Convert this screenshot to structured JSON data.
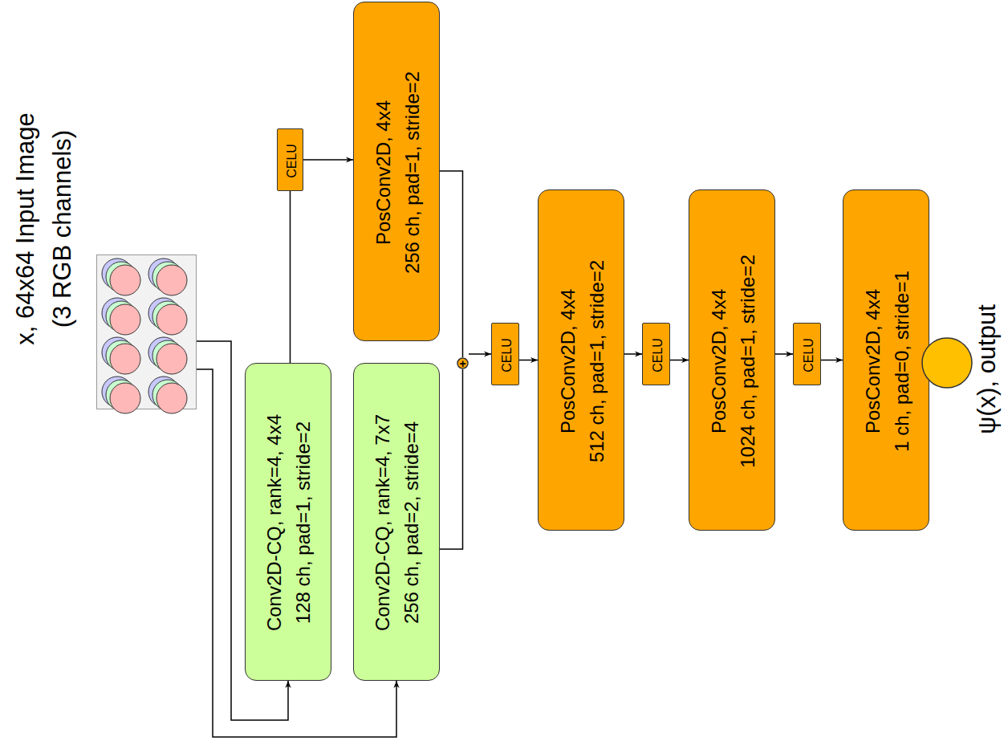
{
  "diagram": {
    "nodes": [
      {
        "text": [
          "x, 64x64 Input Image",
          "(3 RGB channels)"
        ]
      },
      {
        "text": [
          "Conv2D-CQ, rank=4, 4x4",
          "128 ch, pad=1, stride=2"
        ]
      },
      {
        "text": [
          "CELU"
        ]
      },
      {
        "text": [
          "PosConv2D, 4x4",
          "256 ch, pad=1, stride=2"
        ]
      },
      {
        "text": [
          "Conv2D-CQ, rank=4, 7x7",
          "256 ch, pad=2, stride=4"
        ]
      },
      {
        "text": [
          "+"
        ]
      },
      {
        "text": [
          "CELU"
        ]
      },
      {
        "text": [
          "PosConv2D, 4x4",
          "512 ch, pad=1, stride=2"
        ]
      },
      {
        "text": [
          "CELU"
        ]
      },
      {
        "text": [
          "PosConv2D, 4x4",
          "1024 ch, pad=1, stride=2"
        ]
      },
      {
        "text": [
          "CELU"
        ]
      },
      {
        "text": [
          "PosConv2D, 4x4",
          "1 ch, pad=0, stride=1"
        ]
      },
      {
        "text": [
          "ψ(x), output"
        ]
      }
    ],
    "edges": [
      {
        "from": 0,
        "to": 1,
        "arrow": "to"
      },
      {
        "from": 0,
        "to": 4,
        "arrow": "to"
      },
      {
        "from": 1,
        "to": 2,
        "arrow": "none"
      },
      {
        "from": 2,
        "to": 3,
        "arrow": "to"
      },
      {
        "from": 3,
        "to": 5,
        "arrow": "none"
      },
      {
        "from": 4,
        "to": 5,
        "arrow": "none"
      },
      {
        "from": 5,
        "to": 6,
        "arrow": "to"
      },
      {
        "from": 6,
        "to": 7,
        "arrow": "to"
      },
      {
        "from": 7,
        "to": 8,
        "arrow": "to"
      },
      {
        "from": 8,
        "to": 9,
        "arrow": "to"
      },
      {
        "from": 9,
        "to": 10,
        "arrow": "to"
      },
      {
        "from": 10,
        "to": 11,
        "arrow": "to"
      }
    ]
  }
}
